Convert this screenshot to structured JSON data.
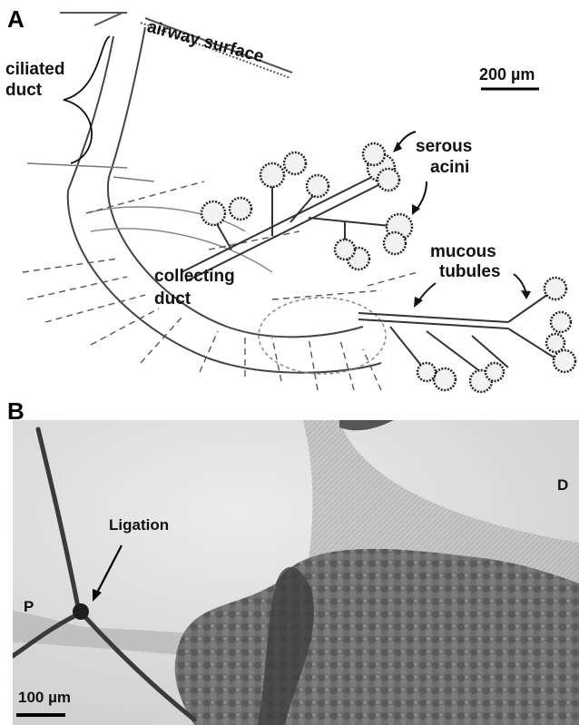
{
  "panel_a": {
    "letter": "A",
    "labels": {
      "airway_surface": "airway surface",
      "ciliated_duct_line1": "ciliated",
      "ciliated_duct_line2": "duct",
      "serous_acini_line1": "serous",
      "serous_acini_line2": "acini",
      "mucous_tubules_line1": "mucous",
      "mucous_tubules_line2": "tubules",
      "collecting_duct_line1": "collecting",
      "collecting_duct_line2": "duct"
    },
    "scale_bar": "200 µm"
  },
  "panel_b": {
    "letter": "B",
    "labels": {
      "ligation": "Ligation",
      "proximal": "P",
      "distal": "D"
    },
    "scale_bar": "100 µm"
  },
  "colors": {
    "ink": "#222222",
    "micrograph_bg": "#dcdcdc",
    "tissue_dark": "#4a4a4a"
  }
}
